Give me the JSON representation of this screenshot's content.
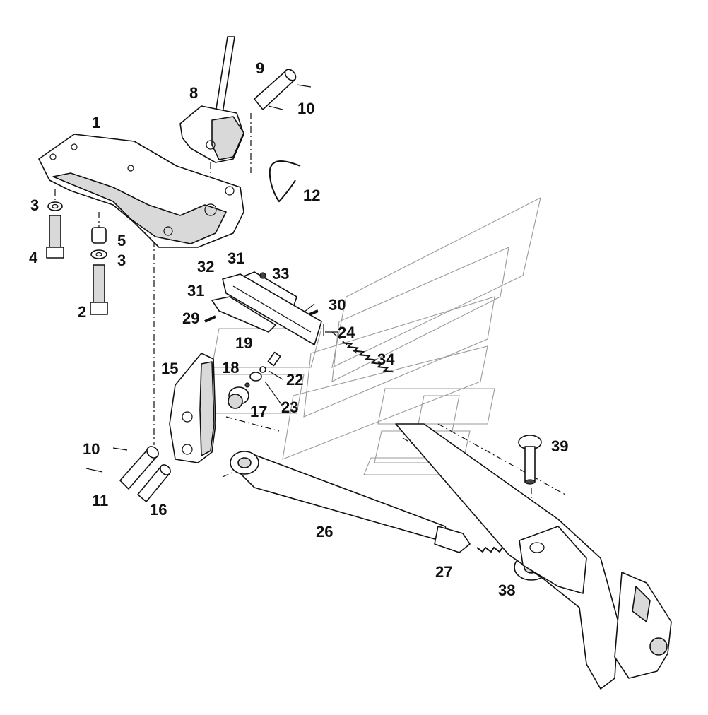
{
  "diagram": {
    "parts": [
      {
        "id": "lower-bracket",
        "label": "1"
      },
      {
        "id": "bolt-long",
        "label": "2"
      },
      {
        "id": "washer-top",
        "label": "3"
      },
      {
        "id": "bolt-short",
        "label": "4"
      },
      {
        "id": "washer-lower",
        "label": "3"
      },
      {
        "id": "spacer",
        "label": "5"
      },
      {
        "id": "lever-block",
        "label": "8"
      },
      {
        "id": "pin-top",
        "label": "9"
      },
      {
        "id": "cotter-top",
        "label": "10"
      },
      {
        "id": "spring-clip",
        "label": "12"
      },
      {
        "id": "plate-32",
        "label": "32"
      },
      {
        "id": "plate-31-top",
        "label": "31"
      },
      {
        "id": "screw-33",
        "label": "33"
      },
      {
        "id": "plate-31-mid",
        "label": "31"
      },
      {
        "id": "pin-30",
        "label": "30"
      },
      {
        "id": "pin-29",
        "label": "29"
      },
      {
        "id": "pin-24",
        "label": "24"
      },
      {
        "id": "screw-19",
        "label": "19"
      },
      {
        "id": "spring-34",
        "label": "34"
      },
      {
        "id": "arm-15",
        "label": "15"
      },
      {
        "id": "nut-18",
        "label": "18"
      },
      {
        "id": "washer-22",
        "label": "22"
      },
      {
        "id": "bushing-23",
        "label": "23"
      },
      {
        "id": "hub-17",
        "label": "17"
      },
      {
        "id": "cotter-lower",
        "label": "10"
      },
      {
        "id": "pin-11",
        "label": "11"
      },
      {
        "id": "pin-16",
        "label": "16"
      },
      {
        "id": "rod-26",
        "label": "26"
      },
      {
        "id": "thread-27",
        "label": "27"
      },
      {
        "id": "ball-joint-38",
        "label": "38"
      },
      {
        "id": "pin-39",
        "label": "39"
      }
    ]
  }
}
